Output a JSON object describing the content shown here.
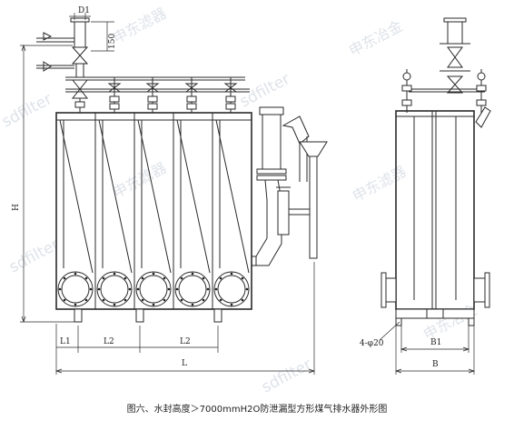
{
  "caption": "图六、水封高度＞7000mmH2O防泄漏型方形煤气排水器外形图",
  "watermarks": [
    "申东滤器",
    "sdfilter",
    "申东滤器",
    "sdfilter",
    "申东冶金",
    "sdfilter",
    "申东滤器",
    "sdfilter",
    "申东冶金"
  ],
  "front_view": {
    "chamber_count": 5,
    "dimensions": {
      "d1": "D1",
      "pipe_height": "150",
      "height": "H",
      "l1": "L1",
      "l2_first": "L2",
      "l2_second": "L2",
      "length": "L"
    }
  },
  "side_view": {
    "dimensions": {
      "bolts": "4-φ20",
      "b1": "B1",
      "b": "B"
    }
  }
}
